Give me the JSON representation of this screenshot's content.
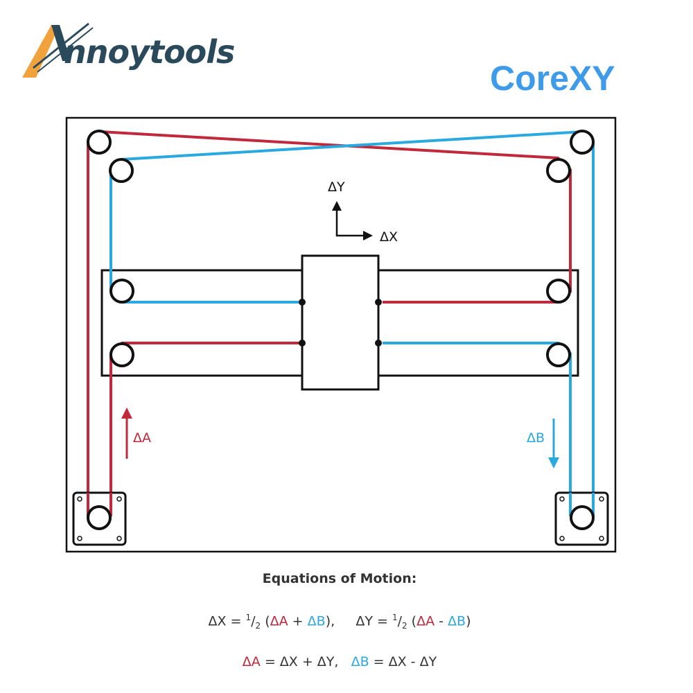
{
  "brand": {
    "logo_text": "nnoytools",
    "logo_icon": "stylized-A-icon",
    "title": "CoreXY",
    "title_color": "#3d9be9"
  },
  "colors": {
    "belt_a": "#c0283b",
    "belt_b": "#2aa8e0",
    "frame": "#111111"
  },
  "diagram": {
    "label_dy": "ΔY",
    "label_dx": "ΔX",
    "label_da": "ΔA",
    "label_db": "ΔB"
  },
  "equations": {
    "title": "Equations of Motion:",
    "line1": {
      "dx": "ΔX = ",
      "half1_num": "1",
      "half1_den": "2",
      "open1": " (",
      "a1": "ΔA",
      "plus": " + ",
      "b1": "ΔB",
      "close1": "),     ",
      "dy": "ΔY = ",
      "half2_num": "1",
      "half2_den": "2",
      "open2": " (",
      "a2": "ΔA",
      "minus": " - ",
      "b2": "ΔB",
      "close2": ")"
    },
    "line2": {
      "a": "ΔA",
      "eq_a": " = ΔX + ΔY,   ",
      "b": "ΔB",
      "eq_b": " = ΔX - ΔY"
    }
  }
}
